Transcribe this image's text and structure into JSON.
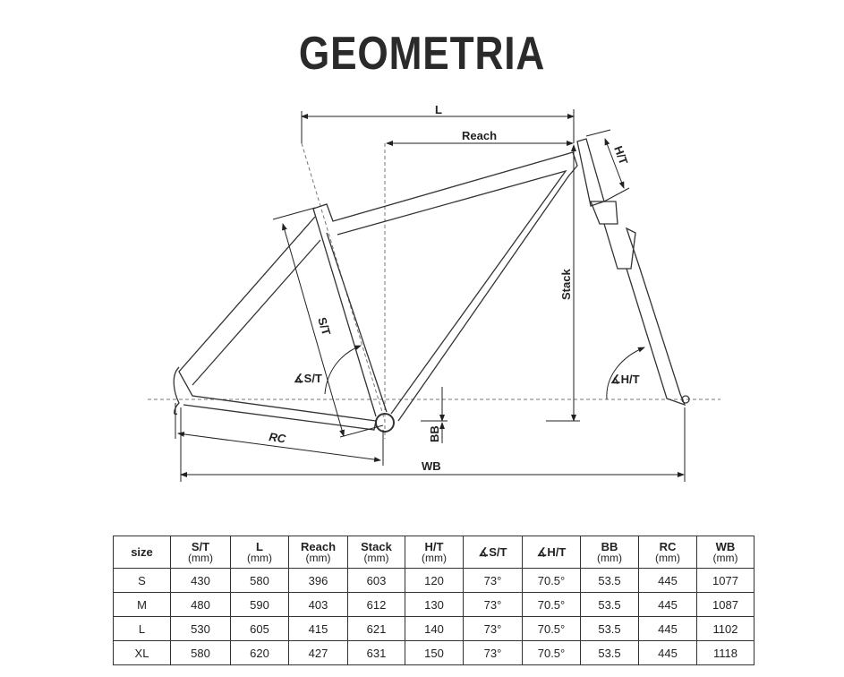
{
  "title": "GEOMETRIA",
  "diagram": {
    "labels": {
      "L": "L",
      "reach": "Reach",
      "ht": "H/T",
      "stack": "Stack",
      "st": "S/T",
      "st_angle": "∡S/T",
      "ht_angle": "∡H/T",
      "bb": "BB",
      "rc": "RC",
      "wb": "WB"
    }
  },
  "table": {
    "headers": [
      {
        "label": "size",
        "unit": ""
      },
      {
        "label": "S/T",
        "unit": "(mm)"
      },
      {
        "label": "L",
        "unit": "(mm)"
      },
      {
        "label": "Reach",
        "unit": "(mm)"
      },
      {
        "label": "Stack",
        "unit": "(mm)"
      },
      {
        "label": "H/T",
        "unit": "(mm)"
      },
      {
        "label": "∡S/T",
        "unit": ""
      },
      {
        "label": "∡H/T",
        "unit": ""
      },
      {
        "label": "BB",
        "unit": "(mm)"
      },
      {
        "label": "RC",
        "unit": "(mm)"
      },
      {
        "label": "WB",
        "unit": "(mm)"
      }
    ],
    "rows": [
      [
        "S",
        "430",
        "580",
        "396",
        "603",
        "120",
        "73°",
        "70.5°",
        "53.5",
        "445",
        "1077"
      ],
      [
        "M",
        "480",
        "590",
        "403",
        "612",
        "130",
        "73°",
        "70.5°",
        "53.5",
        "445",
        "1087"
      ],
      [
        "L",
        "530",
        "605",
        "415",
        "621",
        "140",
        "73°",
        "70.5°",
        "53.5",
        "445",
        "1102"
      ],
      [
        "XL",
        "580",
        "620",
        "427",
        "631",
        "150",
        "73°",
        "70.5°",
        "53.5",
        "445",
        "1118"
      ]
    ]
  }
}
